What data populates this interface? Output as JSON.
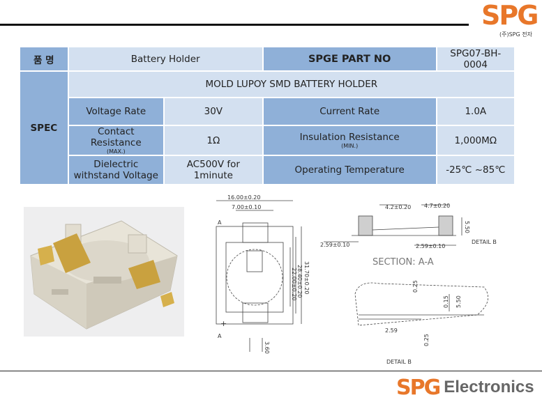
{
  "brand": {
    "logo_top": "SPG",
    "logo_top_sub": "(주)SPG 전자",
    "logo_bottom": "SPG",
    "logo_bottom_word": "Electronics"
  },
  "header_row": {
    "name_label": "품  명",
    "name_value": "Battery Holder",
    "part_label": "SPGE PART NO",
    "part_value": "SPG07-BH-0004"
  },
  "spec": {
    "label": "SPEC",
    "description": "MOLD LUPOY SMD BATTERY HOLDER",
    "rows": [
      {
        "k1": "Voltage Rate",
        "k1_sub": "",
        "v1": "30V",
        "k2": "Current Rate",
        "k2_sub": "",
        "v2": "1.0A"
      },
      {
        "k1": "Contact Resistance",
        "k1_sub": "(MAX.)",
        "v1": "1Ω",
        "k2": "Insulation Resistance",
        "k2_sub": "(MIN.)",
        "v2": "1,000MΩ"
      },
      {
        "k1": "Dielectric withstand Voltage",
        "k1_sub": "",
        "v1": "AC500V for 1minute",
        "k2": "Operating Temperature",
        "k2_sub": "",
        "v2": "-25℃ ~85℃"
      }
    ]
  },
  "drawing": {
    "dim_width": "16.00±0.20",
    "dim_inner": "7.00±0.10",
    "dim_height_total": "31.70±0.20",
    "dim_height_mid": "28.40±0.20",
    "dim_height_inner": "22.00±0.20",
    "dim_bottom": "3.60",
    "plus": "+",
    "section_label": "SECTION: A-A",
    "dim_s1": "4.2±0.20",
    "dim_s2": "4.7±0.20",
    "dim_s3": "5.50",
    "dim_s4": "2.59±0.10",
    "dim_s5": "2.59±0.10",
    "detail_b_ref": "DETAIL B",
    "dim_d1": "0.25",
    "dim_d2": "0.15",
    "dim_d3": "5.50",
    "dim_d4": "2.59",
    "dim_d5": "0.25",
    "detail_b_label": "DETAIL B",
    "mark_a": "A"
  }
}
